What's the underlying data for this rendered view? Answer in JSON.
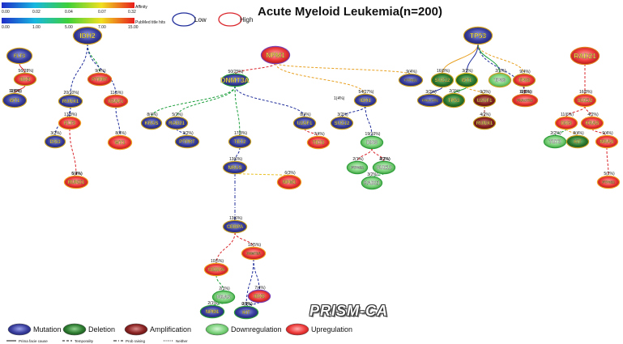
{
  "title": "Acute Myeloid Leukemia(n=200)",
  "watermark": "PRISM-CA",
  "scales": [
    {
      "label": "Affinity",
      "ticks": [
        "0.00",
        "0.02",
        "0.04",
        "0.07",
        "0.32"
      ]
    },
    {
      "label": "PubMed title hits",
      "ticks": [
        "0.00",
        "1.00",
        "5.00",
        "7.00",
        "15.00"
      ]
    }
  ],
  "top_legend": [
    {
      "label": "Low",
      "color": "#1f2d9a"
    },
    {
      "label": "High",
      "color": "#d9252b"
    }
  ],
  "node_types": [
    {
      "label": "Mutation",
      "fill": "#3a3f9e"
    },
    {
      "label": "Deletion",
      "fill": "#2e7d32"
    },
    {
      "label": "Amplification",
      "fill": "#8b2323"
    },
    {
      "label": "Downregulation",
      "fill": "#7ed27e"
    },
    {
      "label": "Upregulation",
      "fill": "#ee3b3b"
    }
  ],
  "edge_types": [
    "Prima facie cause",
    "Temporality",
    "Prob raising",
    "Neither"
  ],
  "nodes": [
    {
      "id": "flt3a",
      "label": "FLT3",
      "type": "mutation",
      "ring": "#d4a017"
    },
    {
      "id": "idh1a",
      "label": "IDH1",
      "type": "upregulation",
      "ring": "#c8a020"
    },
    {
      "id": "wt1a",
      "label": "WT1",
      "type": "mutation",
      "ring": "#c8a020"
    },
    {
      "id": "idh2",
      "label": "IDH2",
      "type": "mutation",
      "ring": "#d4a017"
    },
    {
      "id": "runx1a",
      "label": "RUNX1",
      "type": "mutation",
      "ring": "#c8a020"
    },
    {
      "id": "ptprta",
      "label": "PTPRT",
      "type": "upregulation",
      "ring": "#e08020"
    },
    {
      "id": "u2af1a",
      "label": "U2AF1",
      "type": "upregulation",
      "ring": "#e08020"
    },
    {
      "id": "flt3b",
      "label": "FLT3",
      "type": "upregulation",
      "ring": "#f0a020"
    },
    {
      "id": "dis3a",
      "label": "DIS3",
      "type": "mutation",
      "ring": "#c8a020"
    },
    {
      "id": "wt1b",
      "label": "WT1",
      "type": "upregulation",
      "ring": "#f0a020"
    },
    {
      "id": "runx1b",
      "label": "RUNX1",
      "type": "upregulation",
      "ring": "#f0a020"
    },
    {
      "id": "npm1a",
      "label": "NPM1",
      "type": "upregulation",
      "ring": "#7a3fb0"
    },
    {
      "id": "dnmt3a",
      "label": "DNMT3A",
      "type": "mutation",
      "ring": "#2e9e3a"
    },
    {
      "id": "kras1",
      "label": "KRAS",
      "type": "mutation",
      "ring": "#c8a020"
    },
    {
      "id": "rad21a",
      "label": "RAD21",
      "type": "mutation",
      "ring": "#c8a020"
    },
    {
      "id": "ptprt2",
      "label": "PTPRT",
      "type": "mutation",
      "ring": "#c8a020"
    },
    {
      "id": "tet2a",
      "label": "TET2",
      "type": "mutation",
      "ring": "#c8a020"
    },
    {
      "id": "u2af1b",
      "label": "U2AF1",
      "type": "mutation",
      "ring": "#c8a020"
    },
    {
      "id": "tet2b",
      "label": "TET2",
      "type": "upregulation",
      "ring": "#f0a020"
    },
    {
      "id": "nras1",
      "label": "NRAS",
      "type": "mutation",
      "ring": "#c8a020"
    },
    {
      "id": "npm1b",
      "label": "NPM1",
      "type": "upregulation",
      "ring": "#f0a020"
    },
    {
      "id": "cebpa1",
      "label": "CEBPA",
      "type": "mutation",
      "ring": "#c8a020"
    },
    {
      "id": "cebpa2",
      "label": "CEBPA",
      "type": "upregulation",
      "ring": "#f0a020"
    },
    {
      "id": "dnmt3a2",
      "label": "DNMT3A",
      "type": "upregulation",
      "ring": "#f0a020"
    },
    {
      "id": "nras2",
      "label": "NRAS",
      "type": "downregulation",
      "ring": "#2e9e3a"
    },
    {
      "id": "idh2b",
      "label": "IDH2",
      "type": "upregulation",
      "ring": "#7a3fb0"
    },
    {
      "id": "npm1c",
      "label": "NPM1",
      "type": "mutation",
      "ring": "#2e9e3a"
    },
    {
      "id": "kit1",
      "label": "KIT",
      "type": "mutation",
      "ring": "#2e9e3a"
    },
    {
      "id": "ptpn11a",
      "label": "PTPN11",
      "type": "mutation",
      "ring": "#c8a020"
    },
    {
      "id": "idh1b",
      "label": "IDH1",
      "type": "mutation",
      "ring": "#c8a020"
    },
    {
      "id": "suz12a",
      "label": "SUZ12",
      "type": "mutation",
      "ring": "#c8a020"
    },
    {
      "id": "dis3b",
      "label": "DIS3",
      "type": "downregulation",
      "ring": "#2e9e3a"
    },
    {
      "id": "ptpn11b",
      "label": "PTPN11",
      "type": "downregulation",
      "ring": "#2e9e3a"
    },
    {
      "id": "suz12b",
      "label": "SUZ12",
      "type": "downregulation",
      "ring": "#2e9e3a"
    },
    {
      "id": "rad21b",
      "label": "RAD21",
      "type": "downregulation",
      "ring": "#2e9e3a"
    },
    {
      "id": "tp53a",
      "label": "TP53",
      "type": "mutation",
      "ring": "#d4a017"
    },
    {
      "id": "suz12c",
      "label": "SUZ12",
      "type": "deletion",
      "ring": "#c8a020"
    },
    {
      "id": "wt1c",
      "label": "WT1",
      "type": "deletion",
      "ring": "#e0c020"
    },
    {
      "id": "tp53b",
      "label": "TP53",
      "type": "downregulation",
      "ring": "#c8a020"
    },
    {
      "id": "tp53c",
      "label": "TP53",
      "type": "upregulation",
      "ring": "#c8a020"
    },
    {
      "id": "phf6a",
      "label": "PHACTR1",
      "type": "mutation",
      "ring": "#c8a020"
    },
    {
      "id": "tp53d",
      "label": "TP53",
      "type": "deletion",
      "ring": "#c8a020"
    },
    {
      "id": "u2af1c",
      "label": "U2AF1",
      "type": "amplification",
      "ring": "#c8a020"
    },
    {
      "id": "phf6b",
      "label": "PHACTR1",
      "type": "upregulation",
      "ring": "#e08020"
    },
    {
      "id": "runx1c",
      "label": "RUNX1",
      "type": "amplification",
      "ring": "#c8a020"
    },
    {
      "id": "rad21c",
      "label": "RAD21",
      "type": "upregulation",
      "ring": "#e08020"
    },
    {
      "id": "suz12d",
      "label": "SUZ12",
      "type": "upregulation",
      "ring": "#f0a020"
    },
    {
      "id": "dis3c",
      "label": "DIS3",
      "type": "upregulation",
      "ring": "#f0a020"
    },
    {
      "id": "kras2",
      "label": "KRAS",
      "type": "upregulation",
      "ring": "#f0a020"
    },
    {
      "id": "tet2c",
      "label": "TET2",
      "type": "downregulation",
      "ring": "#2e9e3a"
    },
    {
      "id": "kit2",
      "label": "KIT",
      "type": "deletion",
      "ring": "#c8a020"
    },
    {
      "id": "nras3",
      "label": "NRAS",
      "type": "upregulation",
      "ring": "#f0a020"
    },
    {
      "id": "ptpn11c",
      "label": "PTPN11",
      "type": "upregulation",
      "ring": "#f0a020"
    }
  ],
  "edges": [
    {
      "from": "flt3a",
      "to": "idh1a",
      "label": "56(28%)",
      "color": "#d9252b",
      "style": "solid"
    },
    {
      "from": "idh1a",
      "to": "wt1a",
      "label": "9(4%)",
      "color": "#d9252b",
      "style": "solid"
    },
    {
      "from": "wt1a",
      "to": "wt1a",
      "label": "12(6%)",
      "color": "#1f2d9a",
      "style": "none"
    },
    {
      "from": "idh2",
      "to": "runx1a",
      "label": "20(10%)",
      "color": "#1f2d9a",
      "style": "dash"
    },
    {
      "from": "idh2",
      "to": "ptprta",
      "label": "9(4%)",
      "color": "#1a9e3a",
      "style": "dash"
    },
    {
      "from": "idh2",
      "to": "u2af1a",
      "label": "11(5%)",
      "color": "#1f2d9a",
      "style": "dash"
    },
    {
      "from": "runx1a",
      "to": "flt3b",
      "label": "17(8%)",
      "color": "#1f2d9a",
      "style": "dash"
    },
    {
      "from": "runx1a",
      "to": "dis3a",
      "label": "3(2%)",
      "color": "#1f2d9a",
      "style": "dash"
    },
    {
      "from": "flt3b",
      "to": "runx1b",
      "label": "6(4%)",
      "color": "#d9252b",
      "style": "dash"
    },
    {
      "from": "u2af1a",
      "to": "wt1b",
      "label": "8(4%)",
      "color": "#1f2d9a",
      "style": "dash"
    },
    {
      "from": "runx1b",
      "to": "runx1b",
      "label": "5(2%)",
      "color": "#d9252b",
      "style": "none"
    },
    {
      "from": "npm1a",
      "to": "dnmt3a",
      "label": "50(25%)",
      "color": "#d9252b",
      "style": "dash"
    },
    {
      "from": "npm1a",
      "to": "idh1b",
      "label": "54(27%)",
      "color": "#e8a020",
      "style": "dash"
    },
    {
      "from": "npm1a",
      "to": "ptpn11a",
      "label": "9(4%)",
      "color": "#e8a020",
      "style": "dash"
    },
    {
      "from": "dnmt3a",
      "to": "kras1",
      "label": "8(4%)",
      "color": "#1a9e3a",
      "style": "dash"
    },
    {
      "from": "dnmt3a",
      "to": "rad21a",
      "label": "5(2%)",
      "color": "#1a9e3a",
      "style": "dash"
    },
    {
      "from": "rad21a",
      "to": "ptprt2",
      "label": "3(2%)",
      "color": "#1f2d9a",
      "style": "dash"
    },
    {
      "from": "dnmt3a",
      "to": "tet2a",
      "label": "17(8%)",
      "color": "#1a9e3a",
      "style": "dash"
    },
    {
      "from": "dnmt3a",
      "to": "u2af1b",
      "label": "8(4%)",
      "color": "#1f2d9a",
      "style": "dash"
    },
    {
      "from": "u2af1b",
      "to": "tet2b",
      "label": "7(4%)",
      "color": "#d9252b",
      "style": "dash"
    },
    {
      "from": "tet2a",
      "to": "nras1",
      "label": "13(6%)",
      "color": "#1f2d9a",
      "style": "dash"
    },
    {
      "from": "nras1",
      "to": "npm1b",
      "label": "6(3%)",
      "color": "#e8c020",
      "style": "dash"
    },
    {
      "from": "nras1",
      "to": "cebpa1",
      "label": "13(6%)",
      "color": "#1f2d9a",
      "style": "dashdot"
    },
    {
      "from": "cebpa1",
      "to": "cebpa2",
      "label": "10(5%)",
      "color": "#d9252b",
      "style": "dash"
    },
    {
      "from": "cebpa1",
      "to": "dnmt3a2",
      "label": "10(5%)",
      "color": "#d9252b",
      "style": "dash"
    },
    {
      "from": "cebpa2",
      "to": "nras2",
      "label": "2(1%)",
      "color": "#1a9e3a",
      "style": "dash"
    },
    {
      "from": "nras2",
      "to": "npm1c",
      "label": "2(1%)",
      "color": "#1a9e3a",
      "style": "dash"
    },
    {
      "from": "dnmt3a2",
      "to": "idh2b",
      "label": "7(4%)",
      "color": "#1f2d9a",
      "style": "dash"
    },
    {
      "from": "dnmt3a2",
      "to": "kit1",
      "label": "2(1%)",
      "color": "#1f2d9a",
      "style": "dash"
    },
    {
      "from": "idh2b",
      "to": "kit1",
      "label": "0(0%)",
      "color": "#1f2d9a",
      "style": "dash"
    },
    {
      "from": "idh1b",
      "to": "suz12a",
      "label": "3(2%)",
      "color": "#1f2d9a",
      "style": "dash"
    },
    {
      "from": "idh1b",
      "to": "dis3b",
      "label": "19(10%)",
      "color": "#1f2d9a",
      "style": "dash"
    },
    {
      "from": "dis3b",
      "to": "suz12b",
      "label": "4(2%)",
      "color": "#d9252b",
      "style": "dash"
    },
    {
      "from": "dis3b",
      "to": "ptpn11b",
      "label": "2(1%)",
      "color": "#d9252b",
      "style": "dash"
    },
    {
      "from": "suz12b",
      "to": "rad21b",
      "label": "3(2%)",
      "color": "#1a9e3a",
      "style": "dash"
    },
    {
      "from": "suz12b",
      "to": "suz12b",
      "label": "2(1%)",
      "color": "#1a9e3a",
      "style": "none"
    },
    {
      "from": "tp53a",
      "to": "suz12c",
      "label": "16(8%)",
      "color": "#e8a020",
      "style": "solid"
    },
    {
      "from": "tp53a",
      "to": "wt1c",
      "label": "3(2%)",
      "color": "#1f2d9a",
      "style": "solid"
    },
    {
      "from": "tp53a",
      "to": "tp53b",
      "label": "2(1%)",
      "color": "#1a9e3a",
      "style": "solid"
    },
    {
      "from": "tp53a",
      "to": "tp53c",
      "label": "9(4%)",
      "color": "#e8a020",
      "style": "dash"
    },
    {
      "from": "tp53a",
      "to": "phf6b",
      "label": "6(3%)",
      "color": "#1f2d9a",
      "style": "dash"
    },
    {
      "from": "suz12c",
      "to": "phf6a",
      "label": "3(2%)",
      "color": "#1f2d9a",
      "style": "solid"
    },
    {
      "from": "wt1c",
      "to": "tp53d",
      "label": "2(1%)",
      "color": "#1a9e3a",
      "style": "solid"
    },
    {
      "from": "wt1c",
      "to": "u2af1c",
      "label": "9(3%)",
      "color": "#e8a020",
      "style": "dash"
    },
    {
      "from": "tp53c",
      "to": "phf6b",
      "label": "10(5%)",
      "color": "#d9252b",
      "style": "dash"
    },
    {
      "from": "u2af1c",
      "to": "runx1c",
      "label": "4(2%)",
      "color": "#8b2323",
      "style": "dash"
    },
    {
      "from": "rad21c",
      "to": "suz12d",
      "label": "16(8%)",
      "color": "#d9252b",
      "style": "dash"
    },
    {
      "from": "suz12d",
      "to": "dis3c",
      "label": "11(6%)",
      "color": "#d9252b",
      "style": "dash"
    },
    {
      "from": "suz12d",
      "to": "kras2",
      "label": "4(2%)",
      "color": "#d9252b",
      "style": "dash"
    },
    {
      "from": "dis3c",
      "to": "tet2c",
      "label": "2(2%)",
      "color": "#1a9e3a",
      "style": "dash"
    },
    {
      "from": "dis3c",
      "to": "kit2",
      "label": "8(4%)",
      "color": "#e8a020",
      "style": "dash"
    },
    {
      "from": "kras2",
      "to": "nras3",
      "label": "9(4%)",
      "color": "#d9252b",
      "style": "dash"
    },
    {
      "from": "nras3",
      "to": "ptpn11c",
      "label": "5(2%)",
      "color": "#d9252b",
      "style": "dash"
    }
  ],
  "extra_labels": [
    "1(4%)"
  ]
}
